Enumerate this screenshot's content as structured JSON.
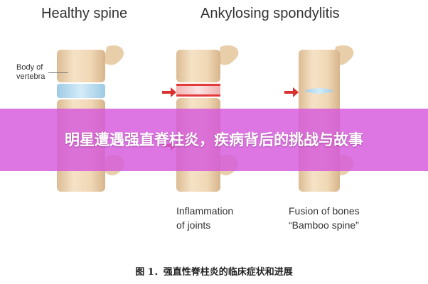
{
  "headings": {
    "healthy": "Healthy spine",
    "as": "Ankylosing spondylitis"
  },
  "labels": {
    "body_of_vertebra_line1": "Body of",
    "body_of_vertebra_line2": "vertebra",
    "inflammation_line1": "Inflammation",
    "inflammation_line2": "of joints",
    "fusion_line1": "Fusion of bones",
    "fusion_line2": "“Bamboo spine”"
  },
  "caption": "图 1．强直性脊柱炎的临床症状和进展",
  "banner": {
    "title": "明星遭遇强直脊柱炎，疾病背后的挑战与故事",
    "color": "#d658dc"
  },
  "colors": {
    "bone": "#efd8b8",
    "bone_shade": "#d9b88f",
    "disc": "#b9dcef",
    "inflammation": "#e23b3b",
    "arrow": "#d93030"
  },
  "icons": {
    "arrow": "arrow-right-icon"
  }
}
